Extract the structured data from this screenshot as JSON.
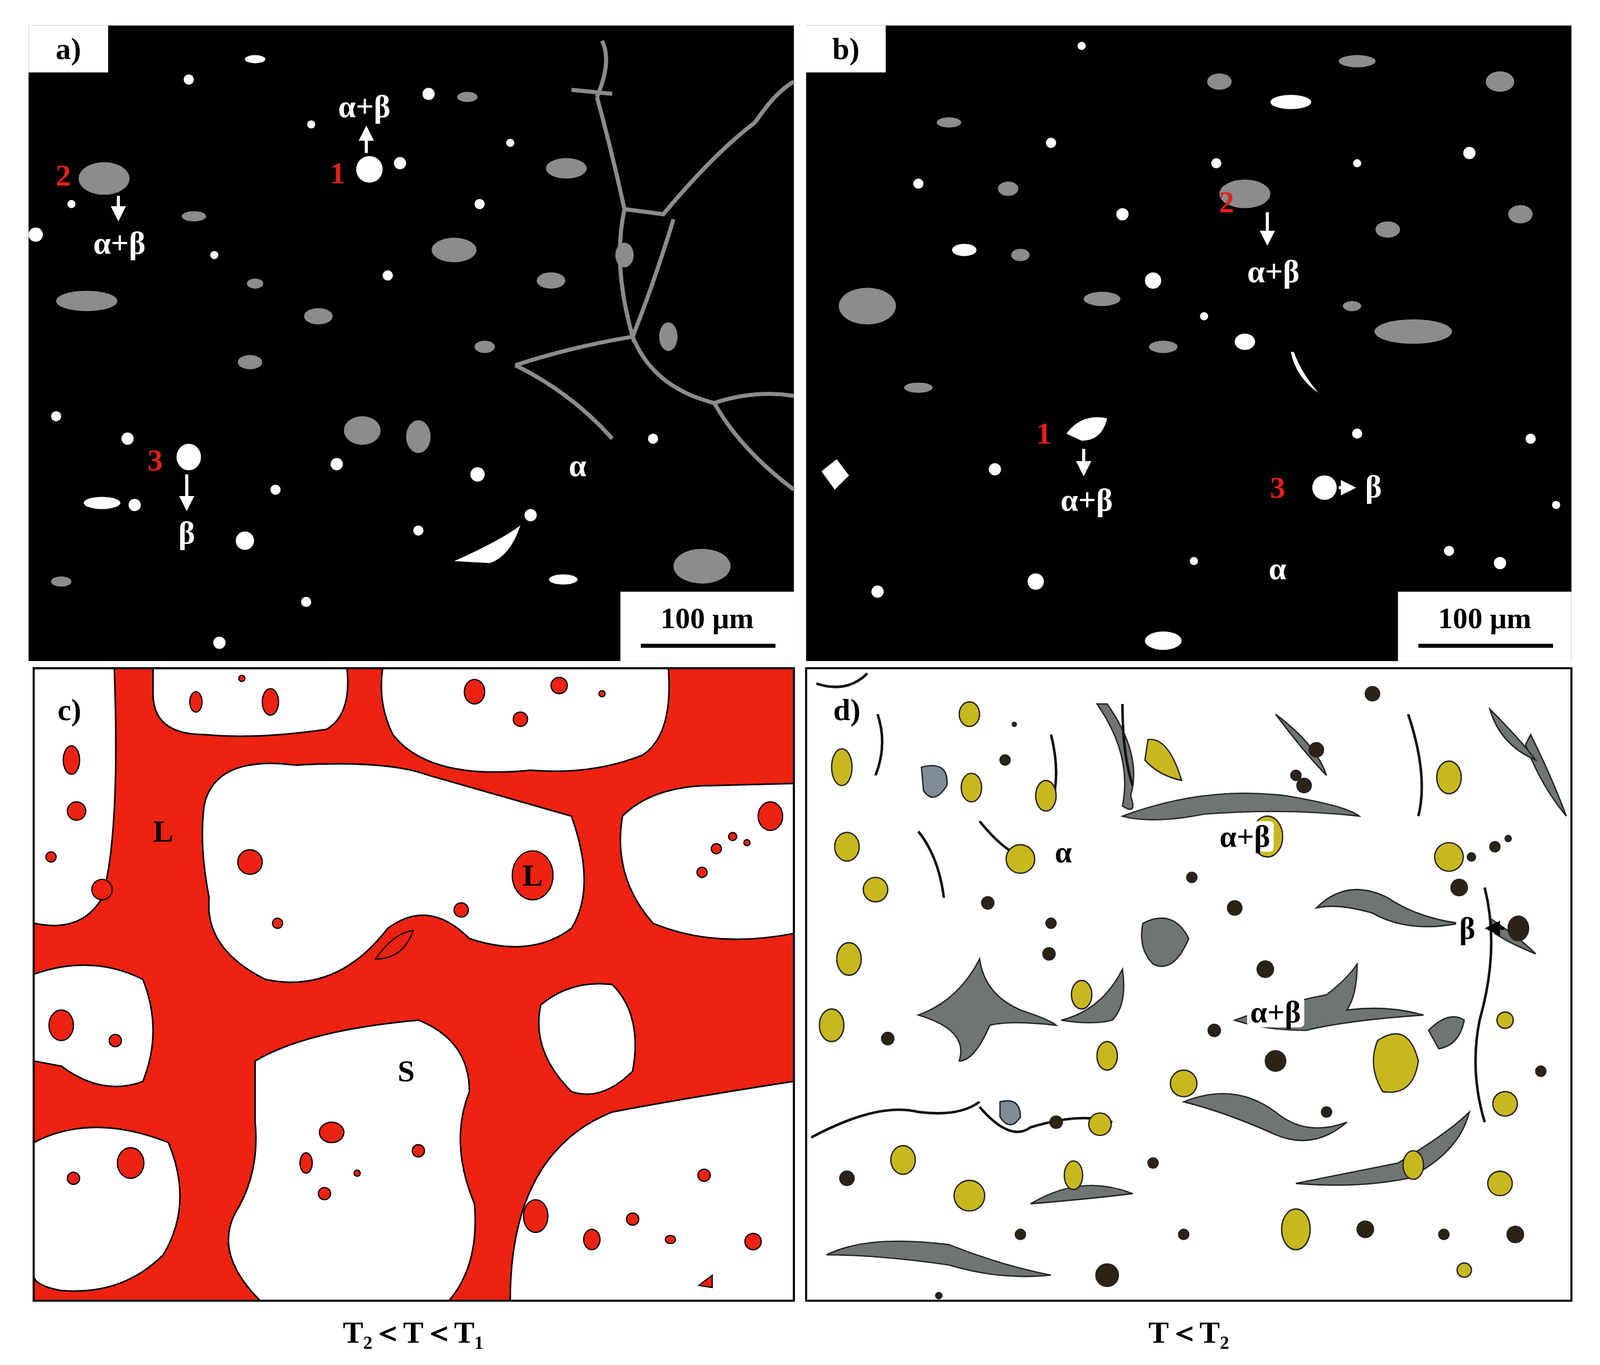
{
  "diagram": {
    "labels": [
      "a)",
      "α+β",
      "1",
      "2",
      "α+β",
      "3",
      "β",
      "α",
      "100 μm",
      "b)",
      "2",
      "α+β",
      "1",
      "α+β",
      "3",
      "β",
      "α",
      "100 μm",
      "c)",
      "L",
      "L",
      "S",
      "T₂＜T＜T₁",
      "d)",
      "α+β",
      "α",
      "β",
      "α+β",
      "T＜T₂"
    ]
  }
}
